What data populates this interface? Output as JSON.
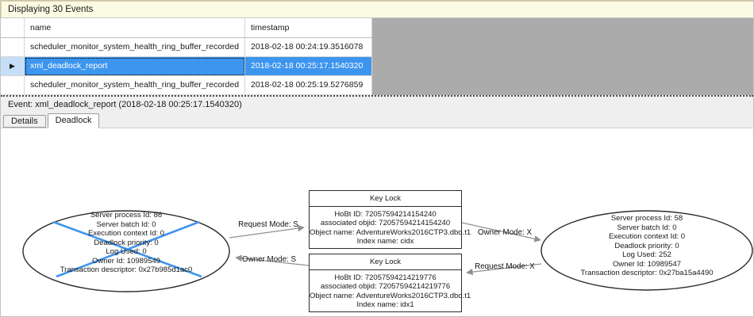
{
  "header": {
    "displaying_text": "Displaying 30 Events"
  },
  "events_table": {
    "columns": {
      "name": "name",
      "timestamp": "timestamp"
    },
    "rows": [
      {
        "name": "scheduler_monitor_system_health_ring_buffer_recorded",
        "timestamp": "2018-02-18 00:24:19.3516078"
      },
      {
        "name": "xml_deadlock_report",
        "timestamp": "2018-02-18 00:25:17.1540320"
      },
      {
        "name": "scheduler_monitor_system_health_ring_buffer_recorded",
        "timestamp": "2018-02-18 00:25:19.5276859"
      }
    ],
    "selected_row_index": 1,
    "row_selector_icon": "▶"
  },
  "event_bar": {
    "text": "Event: xml_deadlock_report (2018-02-18 00:25:17.1540320)"
  },
  "tabs": {
    "details": "Details",
    "deadlock": "Deadlock",
    "active": "Deadlock"
  },
  "deadlock_graph": {
    "processes": [
      {
        "victim": true,
        "lines": [
          "Server process Id: 86",
          "Server batch Id: 0",
          "Execution context Id: 0",
          "Deadlock priority: 0",
          "Log Used: 0",
          "Owner Id: 10989549",
          "Transaction descriptor: 0x27b985d1ac0"
        ]
      },
      {
        "victim": false,
        "lines": [
          "Server process Id: 58",
          "Server batch Id: 0",
          "Execution context Id: 0",
          "Deadlock priority: 0",
          "Log Used: 252",
          "Owner Id: 10989547",
          "Transaction descriptor: 0x27ba15a4490"
        ]
      }
    ],
    "locks": [
      {
        "title": "Key Lock",
        "lines": [
          "HoBt ID: 72057594214154240",
          "associated objid: 72057594214154240",
          "Object name: AdventureWorks2016CTP3.dbo.t1",
          "Index name: cidx"
        ]
      },
      {
        "title": "Key Lock",
        "lines": [
          "HoBt ID: 72057594214219776",
          "associated objid: 72057594214219776",
          "Object name: AdventureWorks2016CTP3.dbo.t1",
          "Index name: idx1"
        ]
      }
    ],
    "edge_labels": {
      "request_s": "Request Mode: S",
      "owner_s": "Owner Mode: S",
      "owner_x": "Owner Mode: X",
      "request_x": "Request Mode: X"
    }
  },
  "colors": {
    "selection_blue": "#3d95ee",
    "victim_cross_blue": "#3e95ee",
    "info_bar_yellow": "#fbfae3",
    "filler_gray": "#ababab",
    "arrow_gray": "#8f8f8f"
  }
}
